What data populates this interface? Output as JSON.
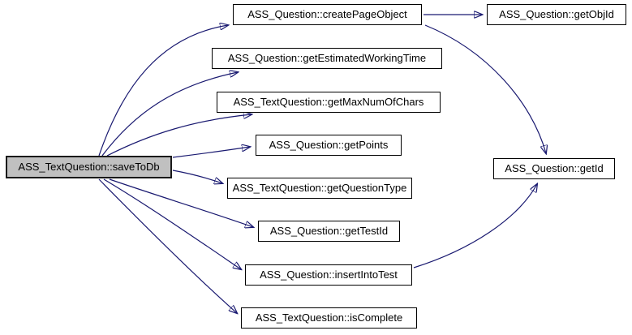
{
  "diagram": {
    "type": "call-graph",
    "nodes": {
      "saveToDb": {
        "label": "ASS_TextQuestion::saveToDb",
        "highlighted": true
      },
      "createPageObject": {
        "label": "ASS_Question::createPageObject"
      },
      "getObjId": {
        "label": "ASS_Question::getObjId"
      },
      "getEstimatedWorkingTime": {
        "label": "ASS_Question::getEstimatedWorkingTime"
      },
      "getMaxNumOfChars": {
        "label": "ASS_TextQuestion::getMaxNumOfChars"
      },
      "getPoints": {
        "label": "ASS_Question::getPoints"
      },
      "getQuestionType": {
        "label": "ASS_TextQuestion::getQuestionType"
      },
      "getTestId": {
        "label": "ASS_Question::getTestId"
      },
      "insertIntoTest": {
        "label": "ASS_Question::insertIntoTest"
      },
      "isComplete": {
        "label": "ASS_TextQuestion::isComplete"
      },
      "getId": {
        "label": "ASS_Question::getId"
      }
    },
    "edges": [
      {
        "from": "ASS_TextQuestion::saveToDb",
        "to": "ASS_Question::createPageObject"
      },
      {
        "from": "ASS_TextQuestion::saveToDb",
        "to": "ASS_Question::getEstimatedWorkingTime"
      },
      {
        "from": "ASS_TextQuestion::saveToDb",
        "to": "ASS_TextQuestion::getMaxNumOfChars"
      },
      {
        "from": "ASS_TextQuestion::saveToDb",
        "to": "ASS_Question::getPoints"
      },
      {
        "from": "ASS_TextQuestion::saveToDb",
        "to": "ASS_TextQuestion::getQuestionType"
      },
      {
        "from": "ASS_TextQuestion::saveToDb",
        "to": "ASS_Question::getTestId"
      },
      {
        "from": "ASS_TextQuestion::saveToDb",
        "to": "ASS_Question::insertIntoTest"
      },
      {
        "from": "ASS_TextQuestion::saveToDb",
        "to": "ASS_TextQuestion::isComplete"
      },
      {
        "from": "ASS_Question::createPageObject",
        "to": "ASS_Question::getObjId"
      },
      {
        "from": "ASS_Question::createPageObject",
        "to": "ASS_Question::getId"
      },
      {
        "from": "ASS_Question::insertIntoTest",
        "to": "ASS_Question::getId"
      }
    ],
    "colors": {
      "edge": "#191970",
      "highlight_fill": "#c0c0c0",
      "node_fill": "#ffffff",
      "node_border": "#000000",
      "background": "#ffffff"
    }
  }
}
